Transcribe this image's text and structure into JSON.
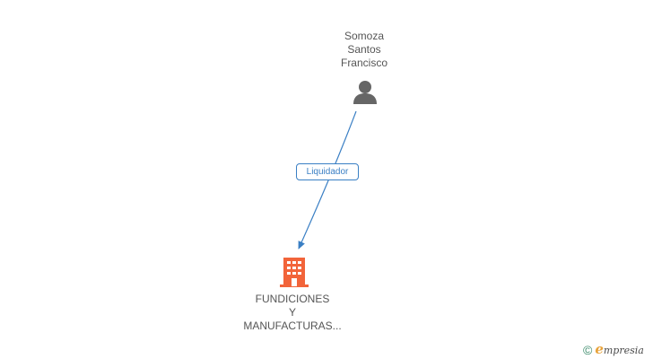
{
  "nodes": {
    "person": {
      "name_lines": [
        "Somoza",
        "Santos",
        "Francisco"
      ],
      "icon": "person-icon",
      "color": "#666666"
    },
    "company": {
      "name_lines": [
        "FUNDICIONES",
        "Y",
        "MANUFACTURAS..."
      ],
      "icon": "building-icon",
      "color": "#f2643a"
    }
  },
  "edges": [
    {
      "from": "person",
      "to": "company",
      "label": "Liquidador",
      "color": "#3a7fc4"
    }
  ],
  "brand": {
    "copyright_symbol": "©",
    "name_initial": "e",
    "name_rest": "mpresia"
  }
}
